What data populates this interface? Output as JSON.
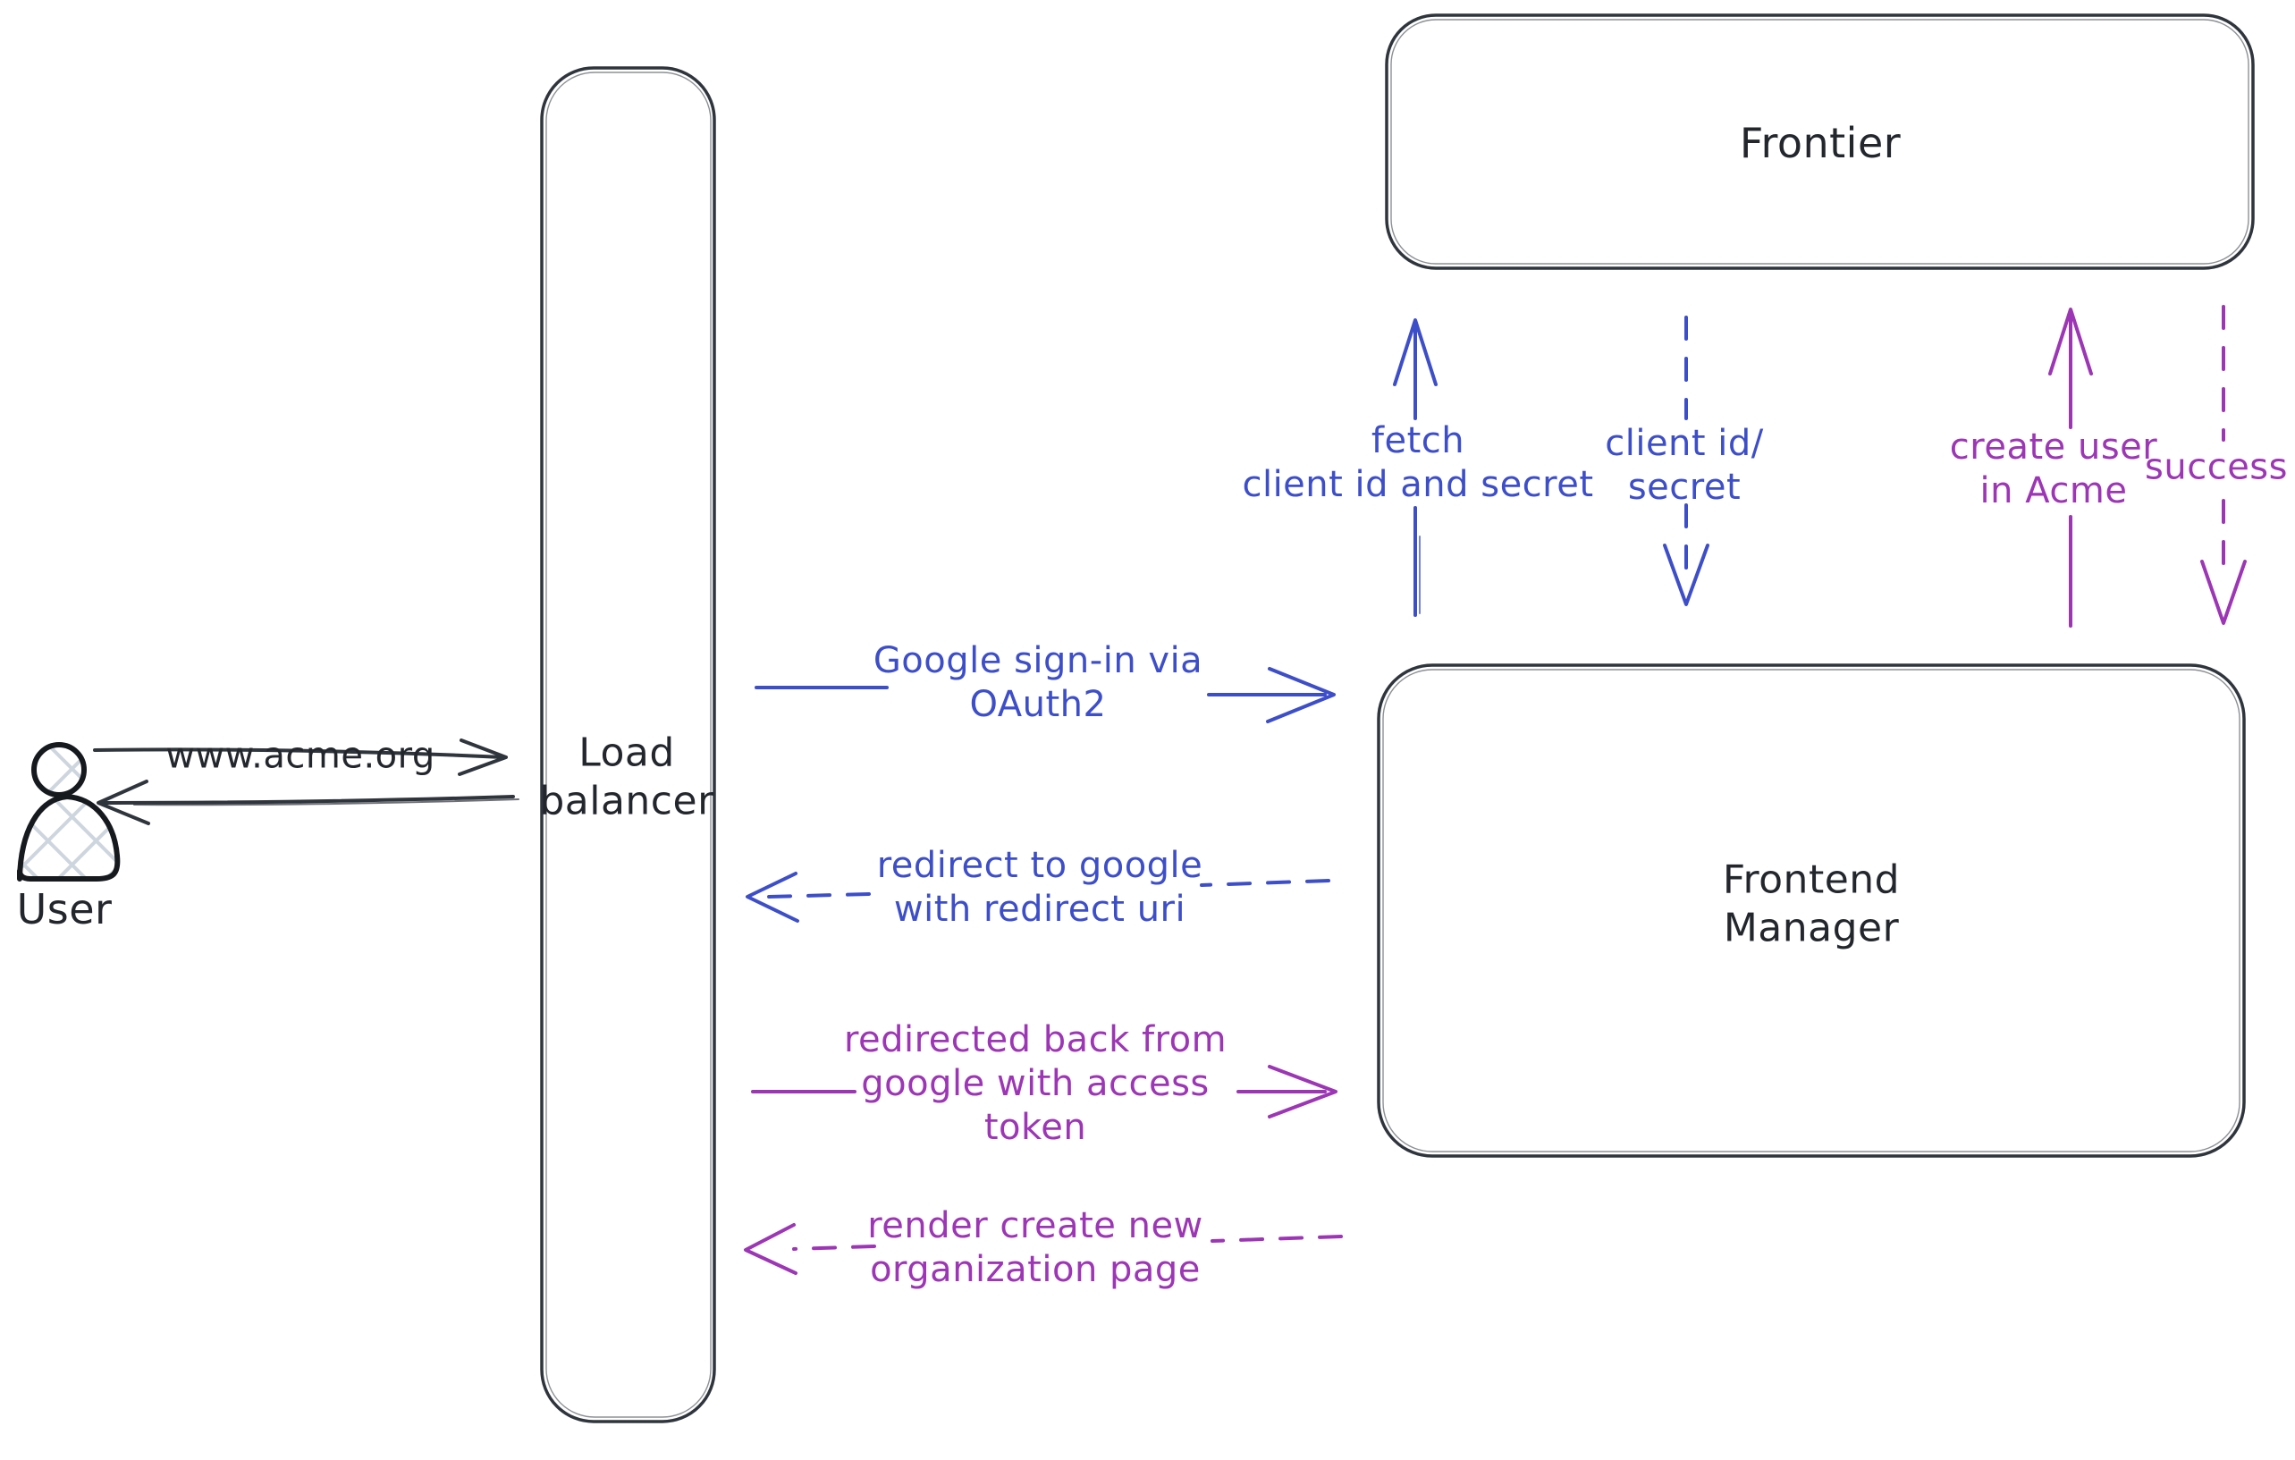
{
  "diagram": {
    "colors": {
      "dark_stroke": "#2f353d",
      "dark_text": "#23272d",
      "blue": "#3d4ec9",
      "purple": "#9c36b5",
      "hatch_fill": "#cdd6de"
    },
    "actors": {
      "user": {
        "label": "User"
      },
      "load_balancer": {
        "label": "Load\nbalancer"
      },
      "frontier": {
        "label": "Frontier"
      },
      "frontend_manager": {
        "label": "Frontend\nManager"
      }
    },
    "messages": {
      "acme_url": {
        "label": "www.acme.org",
        "style": "solid",
        "direction": "right"
      },
      "google_signin": {
        "label": "Google sign-in via\nOAuth2",
        "style": "solid",
        "direction": "right"
      },
      "redirect_google": {
        "label": "redirect to google\nwith redirect uri",
        "style": "dashed",
        "direction": "left"
      },
      "redirected_back": {
        "label": "redirected back from\ngoogle with access\ntoken",
        "style": "solid",
        "direction": "right"
      },
      "render_page": {
        "label": "render create new\norganization page",
        "style": "dashed",
        "direction": "left"
      },
      "fetch_secret": {
        "label": "fetch\nclient id and secret",
        "style": "solid",
        "direction": "up"
      },
      "client_id_secret": {
        "label": "client id/\nsecret",
        "style": "dashed",
        "direction": "down"
      },
      "create_user": {
        "label": "create user\nin Acme",
        "style": "solid",
        "direction": "up"
      },
      "success": {
        "label": "success",
        "style": "dashed",
        "direction": "down"
      }
    }
  }
}
